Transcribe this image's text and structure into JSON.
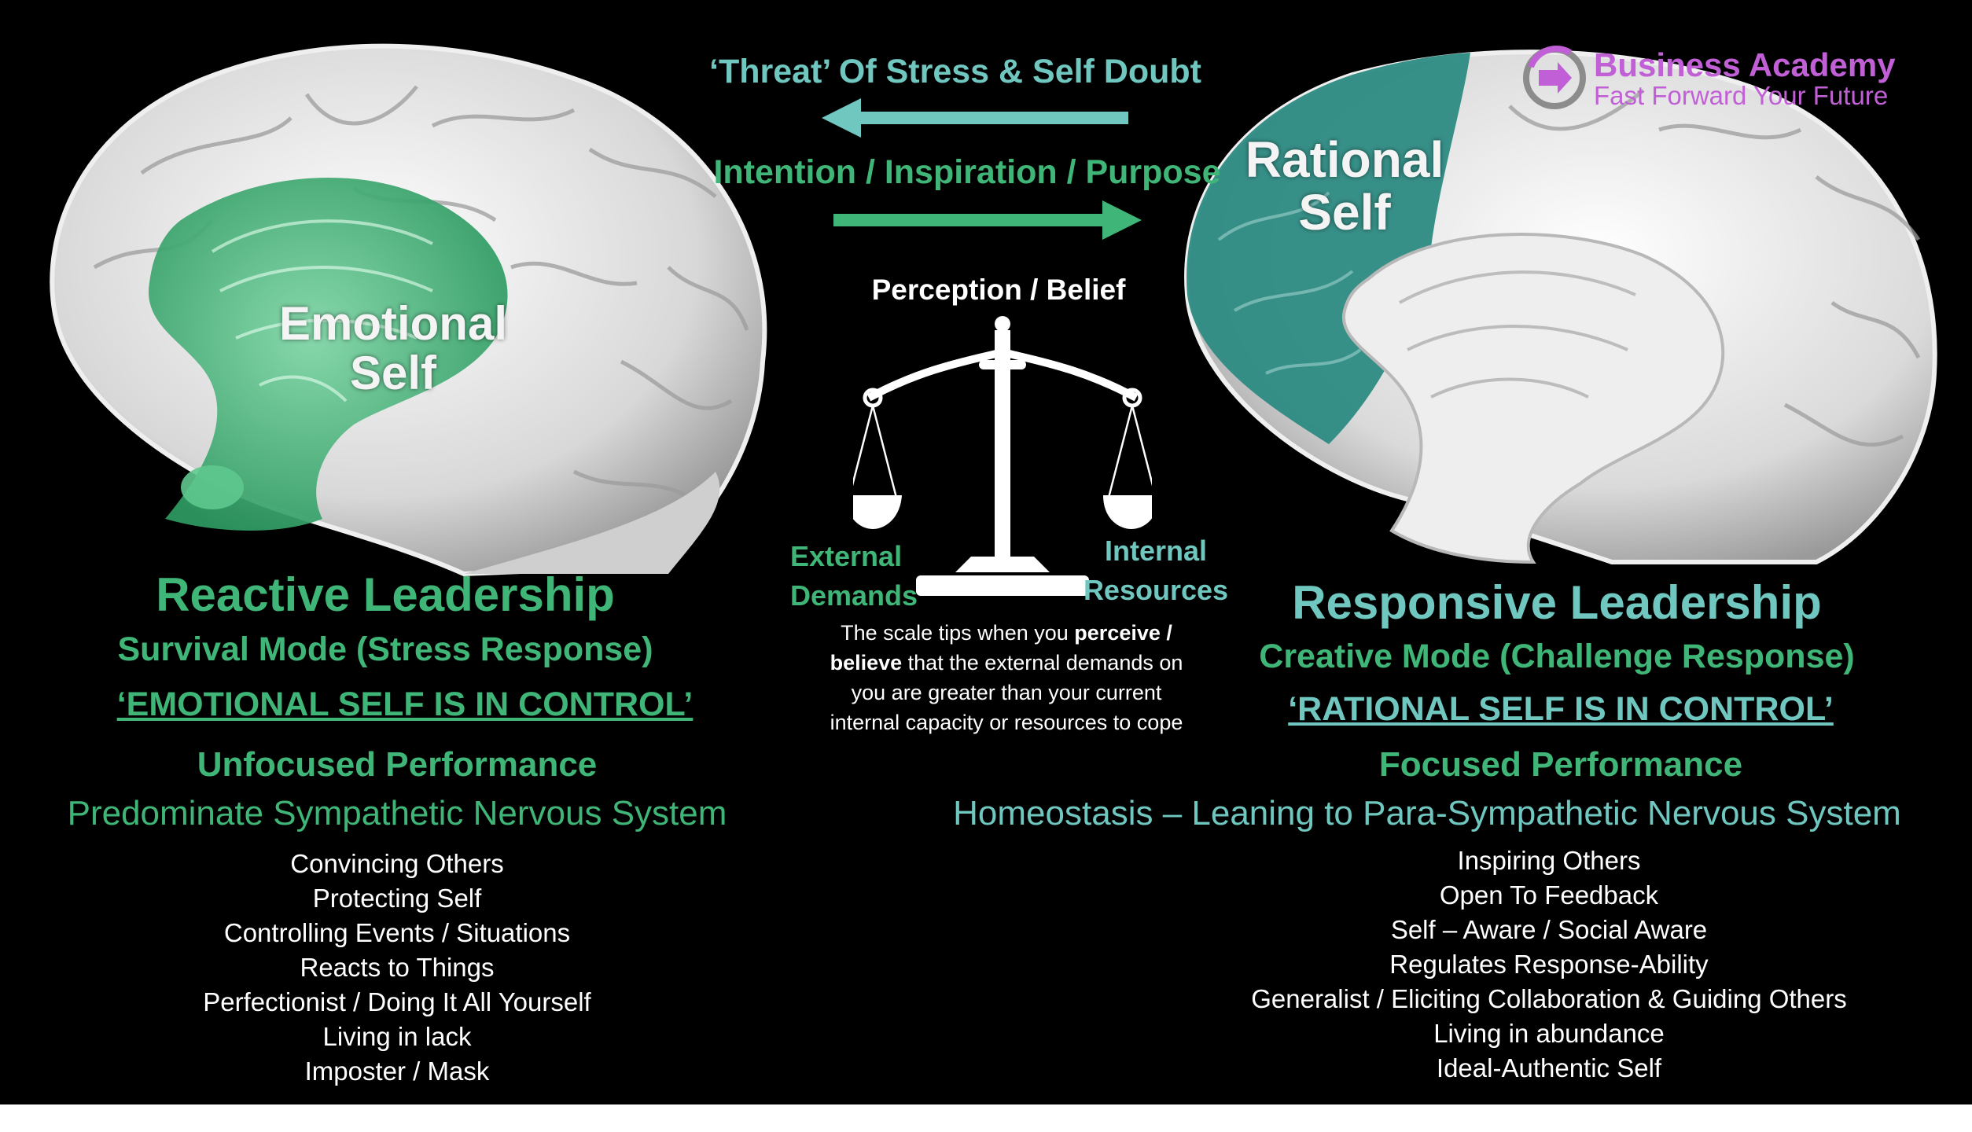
{
  "logo": {
    "title": "Business Academy",
    "subtitle": "Fast Forward Your Future",
    "icon": "arrow-right-circle-icon",
    "color": "#c160d6"
  },
  "arrows": {
    "threat_label": "‘Threat’ Of Stress & Self Doubt",
    "intention_label": "Intention / Inspiration / Purpose",
    "threat_color": "#6fc7c0",
    "intention_color": "#3fb677"
  },
  "scale": {
    "title": "Perception / Belief",
    "left_label_1": "External",
    "left_label_2": "Demands",
    "right_label_1": "Internal",
    "right_label_2": "Resources",
    "desc_line1_pre": "The scale tips when you ",
    "desc_line1_bold": "perceive /",
    "desc_line2_bold": "believe",
    "desc_line2_rest": " that the external demands on",
    "desc_line3": "you are greater than your current",
    "desc_line4": "internal capacity or resources to cope"
  },
  "left": {
    "brain_label_1": "Emotional",
    "brain_label_2": "Self",
    "heading": "Reactive Leadership",
    "subheading": "Survival Mode (Stress Response)",
    "control": "‘EMOTIONAL SELF IS IN CONTROL’",
    "performance": "Unfocused Performance",
    "nervous": "Predominate Sympathetic Nervous System",
    "color": "#3fb677",
    "items": [
      "Convincing Others",
      "Protecting Self",
      "Controlling Events / Situations",
      "Reacts to Things",
      "Perfectionist / Doing It All Yourself",
      "Living in lack",
      "Imposter / Mask"
    ]
  },
  "right": {
    "brain_label_1": "Rational",
    "brain_label_2": "Self",
    "heading": "Responsive Leadership",
    "subheading": "Creative Mode (Challenge Response)",
    "control": "‘RATIONAL SELF IS IN CONTROL’",
    "performance": "Focused Performance",
    "nervous": "Homeostasis – Leaning to Para-Sympathetic Nervous System",
    "color": "#6fc7c0",
    "items": [
      "Inspiring Others",
      "Open To Feedback",
      "Self – Aware / Social Aware",
      "Regulates Response-Ability",
      "Generalist  / Eliciting Collaboration & Guiding Others",
      "Living in abundance",
      "Ideal-Authentic Self"
    ]
  }
}
